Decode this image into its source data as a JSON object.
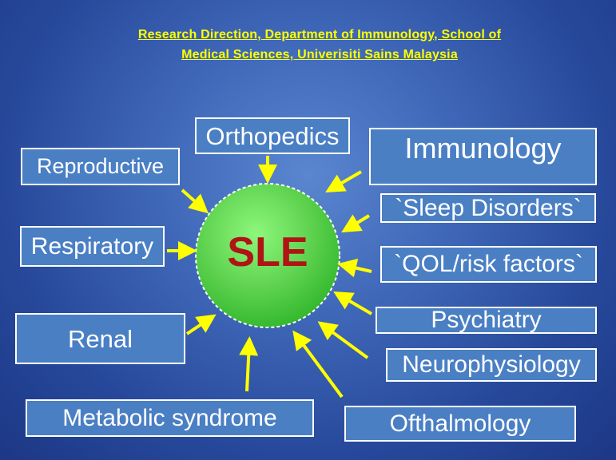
{
  "title": {
    "line1": "Research   Direction,   Department of  Immunology,  School of",
    "line2": "Medical Sciences,  Univerisiti  Sains Malaysia "
  },
  "center": {
    "label": "SLE"
  },
  "boxes": {
    "orthopedics": "Orthopedics",
    "immunology": "Immunology",
    "reproductive": "Reproductive",
    "sleep_disorders": "`Sleep Disorders`",
    "respiratory": "Respiratory",
    "qol": "`QOL/risk factors`",
    "psychiatry": "Psychiatry",
    "renal": "Renal",
    "neurophysiology": "Neurophysiology",
    "metabolic": "Metabolic  syndrome",
    "ofthalmology": "Ofthalmology"
  },
  "colors": {
    "background": "#2e4fa3",
    "title": "#ffff00",
    "arrow": "#ffff00",
    "box_fill": "#4a7fc4",
    "box_border": "#ffffff",
    "circle_light": "#7cf26a",
    "circle_dark": "#2fb52a",
    "center_text": "#b01414"
  }
}
